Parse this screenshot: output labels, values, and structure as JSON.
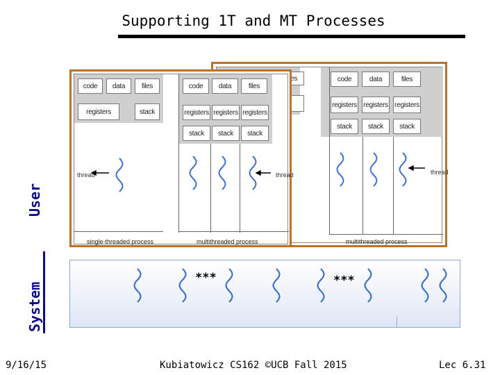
{
  "slide": {
    "title": "Supporting 1T and MT Processes",
    "user_label": "User",
    "system_label": "System",
    "stars_left": "***",
    "stars_right": "***"
  },
  "left_diagram": {
    "cells_row1": [
      "code",
      "data",
      "files"
    ],
    "registers": "registers",
    "stack": "stack",
    "thread_label": "thread",
    "caption": "single-threaded process"
  },
  "mid_diagram": {
    "cells_row1": [
      "code",
      "data",
      "files"
    ],
    "registers": [
      "registers",
      "registers",
      "registers"
    ],
    "stacks": [
      "stack",
      "stack",
      "stack"
    ],
    "thread_label": "thread",
    "caption": "multithreaded process"
  },
  "back_diagram": {
    "cells_row1": [
      "code",
      "data",
      "files"
    ],
    "registers": [
      "registers",
      "registers",
      "registers"
    ],
    "stacks": [
      "stack",
      "stack",
      "stack"
    ],
    "thread_label": "thread",
    "caption": "multithreaded process"
  },
  "footer": {
    "date": "9/16/15",
    "center": "Kubiatowicz CS162 ©UCB Fall 2015",
    "page": "Lec 6.31"
  },
  "colors": {
    "frame": "#b87326",
    "thread": "#3d6fd6",
    "side_label": "#0b0b8a"
  },
  "icons": [
    "thread-squiggle-icon",
    "arrow-left-icon"
  ]
}
